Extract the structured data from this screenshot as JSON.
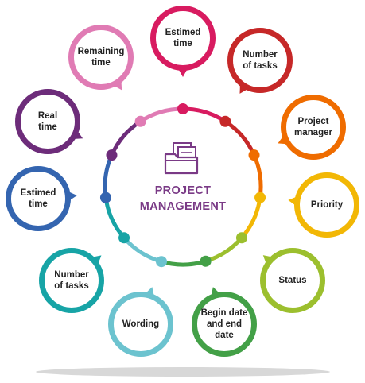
{
  "center": {
    "title": "PROJECT\nMANAGEMENT",
    "title_color": "#7a3a86",
    "icon": "folder-documents-icon"
  },
  "items": [
    {
      "label": "Estimed\ntime",
      "color": "#d81b60"
    },
    {
      "label": "Number\nof tasks",
      "color": "#c62828"
    },
    {
      "label": "Project\nmanager",
      "color": "#ef6c00"
    },
    {
      "label": "Priority",
      "color": "#f2b705"
    },
    {
      "label": "Status",
      "color": "#9cbf2e"
    },
    {
      "label": "Begin date\nand end\ndate",
      "color": "#43a047"
    },
    {
      "label": "Wording",
      "color": "#6cc3cf"
    },
    {
      "label": "Number\nof tasks",
      "color": "#17a4a6"
    },
    {
      "label": "Estimed\ntime",
      "color": "#3465b0"
    },
    {
      "label": "Real\ntime",
      "color": "#6d2c7a"
    },
    {
      "label": "Remaining\ntime",
      "color": "#e07bb4"
    }
  ]
}
